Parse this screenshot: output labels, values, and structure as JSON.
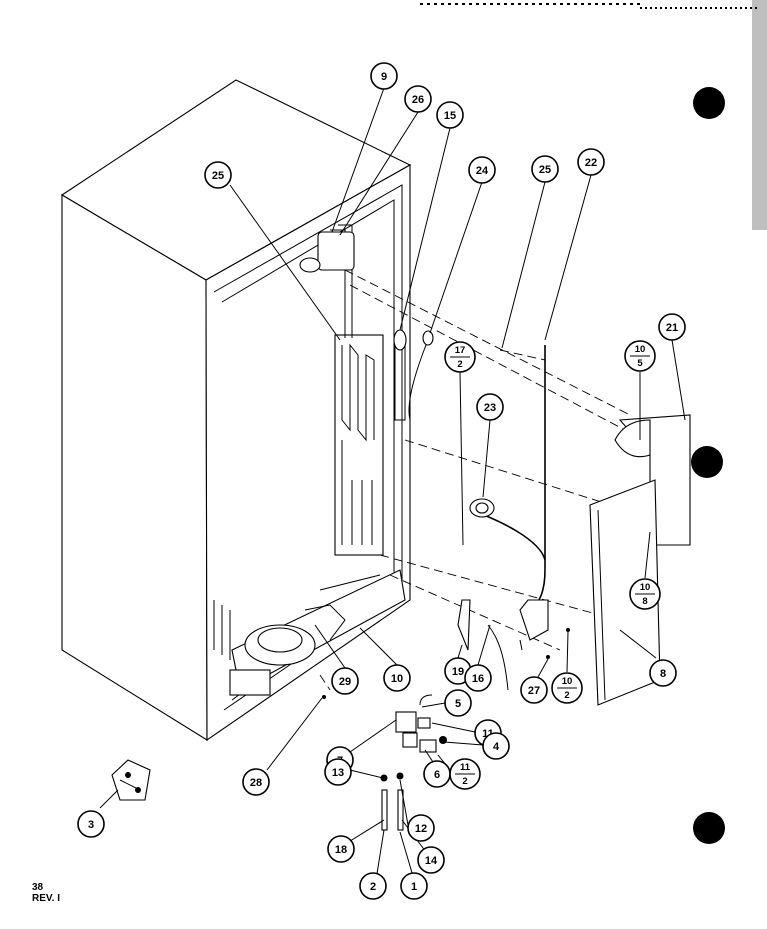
{
  "callouts": [
    {
      "id": "c9",
      "label": "9"
    },
    {
      "id": "c26",
      "label": "26"
    },
    {
      "id": "c15",
      "label": "15"
    },
    {
      "id": "c24",
      "label": "24"
    },
    {
      "id": "c25a",
      "label": "25"
    },
    {
      "id": "c25b",
      "label": "25"
    },
    {
      "id": "c22",
      "label": "22"
    },
    {
      "id": "c21",
      "label": "21"
    },
    {
      "id": "c23",
      "label": "23"
    },
    {
      "id": "c29",
      "label": "29"
    },
    {
      "id": "c10",
      "label": "10"
    },
    {
      "id": "c19",
      "label": "19"
    },
    {
      "id": "c16",
      "label": "16"
    },
    {
      "id": "c27",
      "label": "27"
    },
    {
      "id": "c8",
      "label": "8"
    },
    {
      "id": "c5",
      "label": "5"
    },
    {
      "id": "c11",
      "label": "11"
    },
    {
      "id": "c7",
      "label": "7"
    },
    {
      "id": "c4",
      "label": "4"
    },
    {
      "id": "c6",
      "label": "6"
    },
    {
      "id": "c28",
      "label": "28"
    },
    {
      "id": "c13",
      "label": "13"
    },
    {
      "id": "c12",
      "label": "12"
    },
    {
      "id": "c18",
      "label": "18"
    },
    {
      "id": "c14",
      "label": "14"
    },
    {
      "id": "c2",
      "label": "2"
    },
    {
      "id": "c1",
      "label": "1"
    },
    {
      "id": "c3",
      "label": "3"
    }
  ],
  "fraction_callouts": [
    {
      "id": "f10-5",
      "top": "10",
      "bottom": "5"
    },
    {
      "id": "f17-2",
      "top": "17",
      "bottom": "2"
    },
    {
      "id": "f10-8",
      "top": "10",
      "bottom": "8"
    },
    {
      "id": "f10-2",
      "top": "10",
      "bottom": "2"
    },
    {
      "id": "f11-2",
      "top": "11",
      "bottom": "2"
    }
  ],
  "corner_text": {
    "page": "38",
    "revision": "REV. I"
  }
}
